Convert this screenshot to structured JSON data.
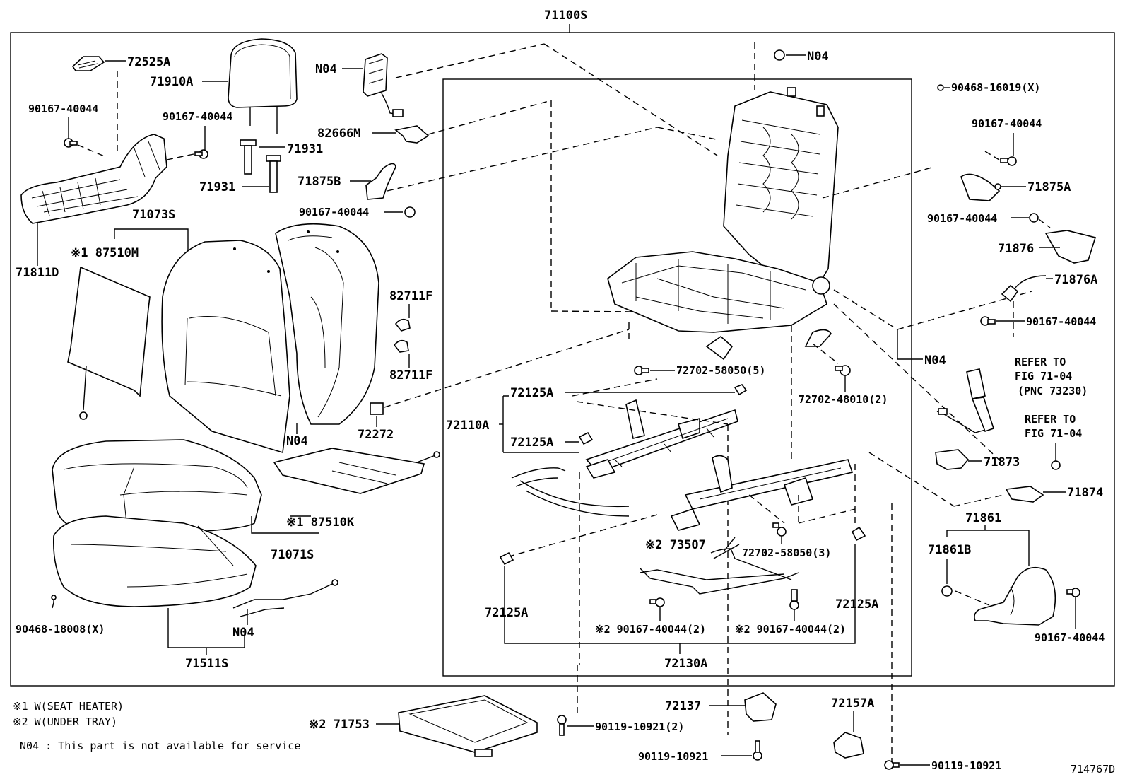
{
  "assembly": {
    "id": "71100S"
  },
  "labels": {
    "l_72525A": "72525A",
    "l_71910A": "71910A",
    "l_N04_a": "N04",
    "l_N04_b": "N04",
    "l_90468_16019": "90468-16019(X)",
    "l_90167_tl": "90167-40044",
    "l_90167_tc": "90167-40044",
    "l_71931_a": "71931",
    "l_71931_b": "71931",
    "l_82666M": "82666M",
    "l_71875B": "71875B",
    "l_90167_mid": "90167-40044",
    "l_71811D": "71811D",
    "l_71073S": "71073S",
    "l_87510M": "※1 87510M",
    "l_82711F_a": "82711F",
    "l_82711F_b": "82711F",
    "l_72272": "72272",
    "l_N04_c": "N04",
    "l_87510K": "※1 87510K",
    "l_71071S": "71071S",
    "l_N04_d": "N04",
    "l_90468_18008": "90468-18008(X)",
    "l_71511S": "71511S",
    "l_90167_r1": "90167-40044",
    "l_71875A": "71875A",
    "l_90167_r2": "90167-40044",
    "l_71876": "71876",
    "l_71876A": "71876A",
    "l_90167_r3": "90167-40044",
    "l_N04_e": "N04",
    "l_refer1_a": "REFER TO",
    "l_refer1_b": "FIG 71-04",
    "l_refer1_c": "(PNC 73230)",
    "l_refer2_a": "REFER TO",
    "l_refer2_b": "FIG 71-04",
    "l_71873": "71873",
    "l_71874": "71874",
    "l_71861": "71861",
    "l_71861B": "71861B",
    "l_90167_r4": "90167-40044",
    "l_72702_5": "72702-58050(5)",
    "l_72702_48010": "72702-48010(2)",
    "l_72125A_a": "72125A",
    "l_72110A": "72110A",
    "l_72125A_b": "72125A",
    "l_73507": "※2 73507",
    "l_72702_3": "72702-58050(3)",
    "l_72125A_c": "72125A",
    "l_72125A_d": "72125A",
    "l_90167_b1": "※2 90167-40044(2)",
    "l_90167_b2": "※2 90167-40044(2)",
    "l_72130A": "72130A",
    "l_72137": "72137",
    "l_72157A": "72157A",
    "l_71753": "※2 71753",
    "l_90119_2": "90119-10921(2)",
    "l_90119_a": "90119-10921",
    "l_90119_b": "90119-10921",
    "l_fig": "714767D"
  },
  "notes": {
    "n1": "※1 W(SEAT HEATER)",
    "n2": "※2 W(UNDER TRAY)",
    "n3": "N04 : This part is not available for service"
  }
}
